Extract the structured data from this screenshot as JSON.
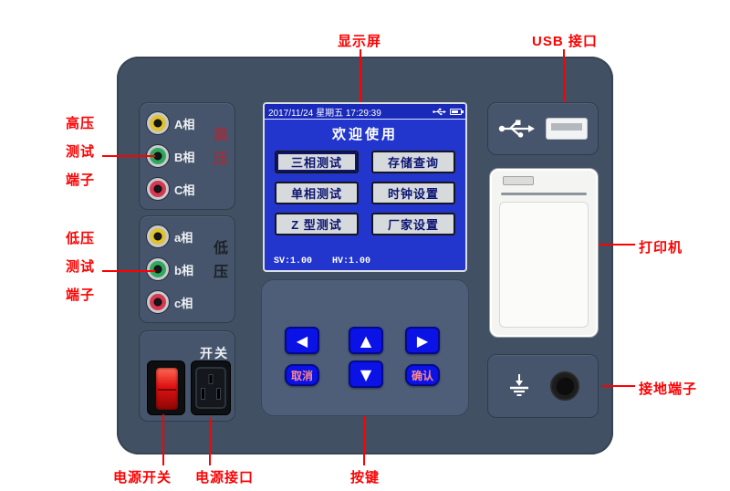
{
  "annotations": {
    "display_screen": "显示屏",
    "usb_port": "USB 接口",
    "hv_terminals": [
      "高压",
      "测试",
      "端子"
    ],
    "lv_terminals": [
      "低压",
      "测试",
      "端子"
    ],
    "printer": "打印机",
    "ground_terminal": "接地端子",
    "power_switch": "电源开关",
    "power_inlet": "电源接口",
    "keys": "按键"
  },
  "device": {
    "hv_block": {
      "group_label": "高压",
      "jacks": [
        {
          "label": "A相",
          "color": "#e2c22e"
        },
        {
          "label": "B相",
          "color": "#2fa85c"
        },
        {
          "label": "C相",
          "color": "#d63850"
        }
      ]
    },
    "lv_block": {
      "group_label": "低压",
      "jacks": [
        {
          "label": "a相",
          "color": "#e2c22e"
        },
        {
          "label": "b相",
          "color": "#2fa85c"
        },
        {
          "label": "c相",
          "color": "#d63850"
        }
      ]
    },
    "power_block": {
      "label": "开关"
    },
    "screen": {
      "status_bar": {
        "datetime": "2017/11/24 星期五 17:29:39"
      },
      "welcome": "欢迎使用",
      "menu": [
        {
          "label": "三相测试",
          "selected": true
        },
        {
          "label": "存储查询",
          "selected": false
        },
        {
          "label": "单相测试",
          "selected": false
        },
        {
          "label": "时钟设置",
          "selected": false
        },
        {
          "label": "Z 型测试",
          "selected": false
        },
        {
          "label": "厂家设置",
          "selected": false
        }
      ],
      "footer": {
        "sv": "SV:1.00",
        "hv": "HV:1.00"
      }
    },
    "keypad": {
      "left": "◀",
      "up": "▲",
      "right": "▶",
      "down": "▼",
      "cancel": "取消",
      "confirm": "确认"
    },
    "colors": {
      "panel": "#415062",
      "screen_blue": "#2236cd",
      "key_blue": "#0b12e6",
      "annotation_red": "#ff0000"
    }
  }
}
